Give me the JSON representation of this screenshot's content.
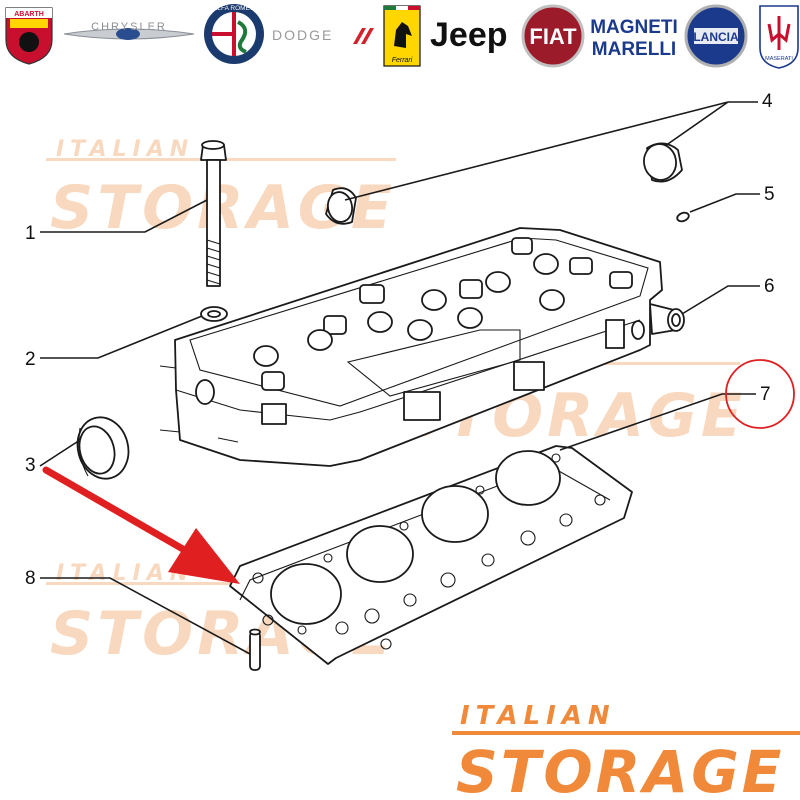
{
  "brands": {
    "abarth": "ABARTH",
    "chrysler": "CHRYSLER",
    "alfa": "ALFA ROMEO",
    "dodge": "DODGE",
    "ferrari": "Ferrari",
    "jeep": "Jeep",
    "fiat": "FIAT",
    "magneti_line1": "MAGNETI",
    "magneti_line2": "MARELLI",
    "lancia": "LANCIA",
    "maserati": "MASERATI"
  },
  "callouts": [
    "1",
    "2",
    "3",
    "4",
    "5",
    "6",
    "7",
    "8"
  ],
  "watermark": {
    "line1": "ITALIAN",
    "line2": "STORAGE"
  },
  "footer_logo": {
    "line1": "ITALIAN",
    "line2": "STORAGE"
  },
  "colors": {
    "brand_orange": "#f08a3a",
    "watermark_orange": "#f6c9a4",
    "highlight_red": "#e02020",
    "line": "#1a1a1a"
  }
}
